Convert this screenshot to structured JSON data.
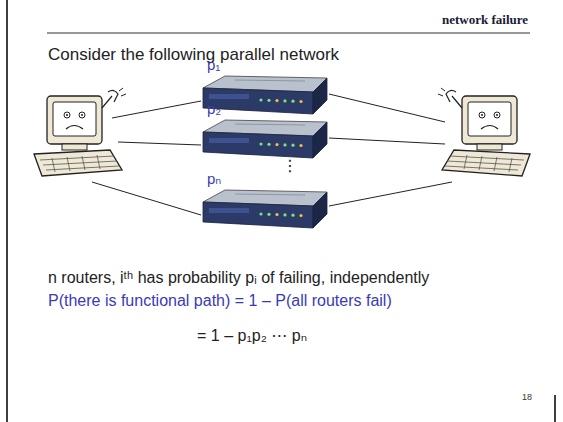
{
  "diagram": {
    "title": "network failure",
    "nodes": [
      {
        "text": [
          "p₁"
        ]
      },
      {
        "text": [
          "p₂"
        ]
      },
      {
        "text": [
          "pₙ"
        ]
      }
    ],
    "labels": [
      "Consider the following parallel network",
      "⋮",
      "n routers, iᵗʰ has probability pᵢ of failing, independently",
      "P(there is functional path) = 1 – P(all routers fail)",
      "= 1 – p₁p₂ ⋯ pₙ",
      "18"
    ]
  }
}
